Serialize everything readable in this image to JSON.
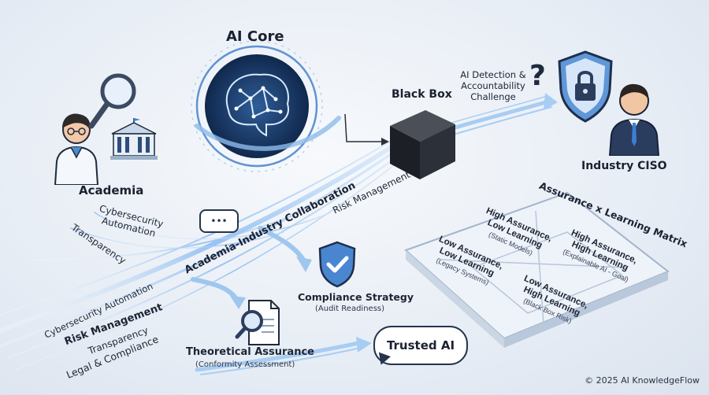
{
  "nodes": {
    "ai_core": "AI Core",
    "black_box": "Black Box",
    "detection": [
      "AI Detection &",
      "Accountability",
      "Challenge"
    ],
    "industry_ciso": "Industry CISO",
    "academia": "Academia",
    "collab": "Academia-Industry Collaboration",
    "compliance_title": "Compliance Strategy",
    "compliance_sub": "(Audit Readiness)",
    "theory_title": "Theoretical Assurance",
    "theory_sub": "(Conformity Assessment)",
    "trusted_ai": "Trusted AI"
  },
  "streams": {
    "cyber_auto_top": [
      "Cybersecurity",
      "Automation"
    ],
    "transparency_top": "Transparency",
    "risk_mgmt_top": "Risk Management",
    "cyber_auto_bottom": "Cybersecurity Automation",
    "risk_mgmt_bottom": "Risk Management",
    "transparency_bottom": "Transparency",
    "legal": "Legal & Compliance"
  },
  "matrix": {
    "title": "Assurance x Learning Matrix",
    "cells": [
      {
        "line1": "High Assurance,",
        "line2": "Low Learning",
        "sub": "(Static Models)"
      },
      {
        "line1": "Low Assurance,",
        "line2": "Low Learning",
        "sub": "(Legacy Systems)"
      },
      {
        "line1": "High Assurance,",
        "line2": "High Learning",
        "sub": "(Explainable AI - Goal)"
      },
      {
        "line1": "Low Assurance,",
        "line2": "High Learning",
        "sub": "(Black Box Risk)"
      }
    ]
  },
  "icons": {
    "question": "?",
    "speech_dots": "•••"
  },
  "footer": "© 2025 AI KnowledgeFlow",
  "colors": {
    "accent_blue": "#3b7fd4",
    "flow_blue": "#9cc4f0",
    "dark_navy": "#1e3050",
    "shield_blue": "#4a86d0"
  }
}
